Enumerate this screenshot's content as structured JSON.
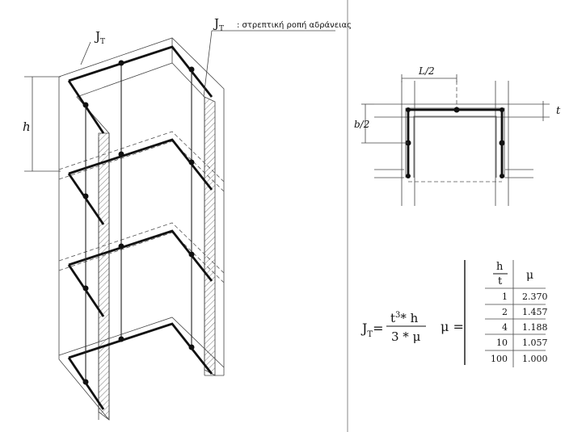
{
  "left_figure": {
    "label_jt": "J",
    "label_jt_sub": "T",
    "label_jt2": "J",
    "label_jt2_sub": "T",
    "label_jt2_note": ": στρεπτική ροπή αδράνειας",
    "label_h": "h"
  },
  "plan_figure": {
    "label_l2": "L/2",
    "label_b2": "b/2",
    "label_t": "t"
  },
  "formula": {
    "lhs": "J",
    "lhs_sub": "T",
    "equals": "=",
    "numerator_a": "t",
    "numerator_exp": "3",
    "numerator_b": "* h",
    "denominator": "3 * μ",
    "mu_label": "μ =",
    "table": {
      "header_ratio_top": "h",
      "header_ratio_bottom": "t",
      "header_mu": "μ",
      "rows": [
        {
          "ratio": "1",
          "mu": "2.370"
        },
        {
          "ratio": "2",
          "mu": "1.457"
        },
        {
          "ratio": "4",
          "mu": "1.188"
        },
        {
          "ratio": "10",
          "mu": "1.057"
        },
        {
          "ratio": "100",
          "mu": "1.000"
        }
      ]
    }
  }
}
